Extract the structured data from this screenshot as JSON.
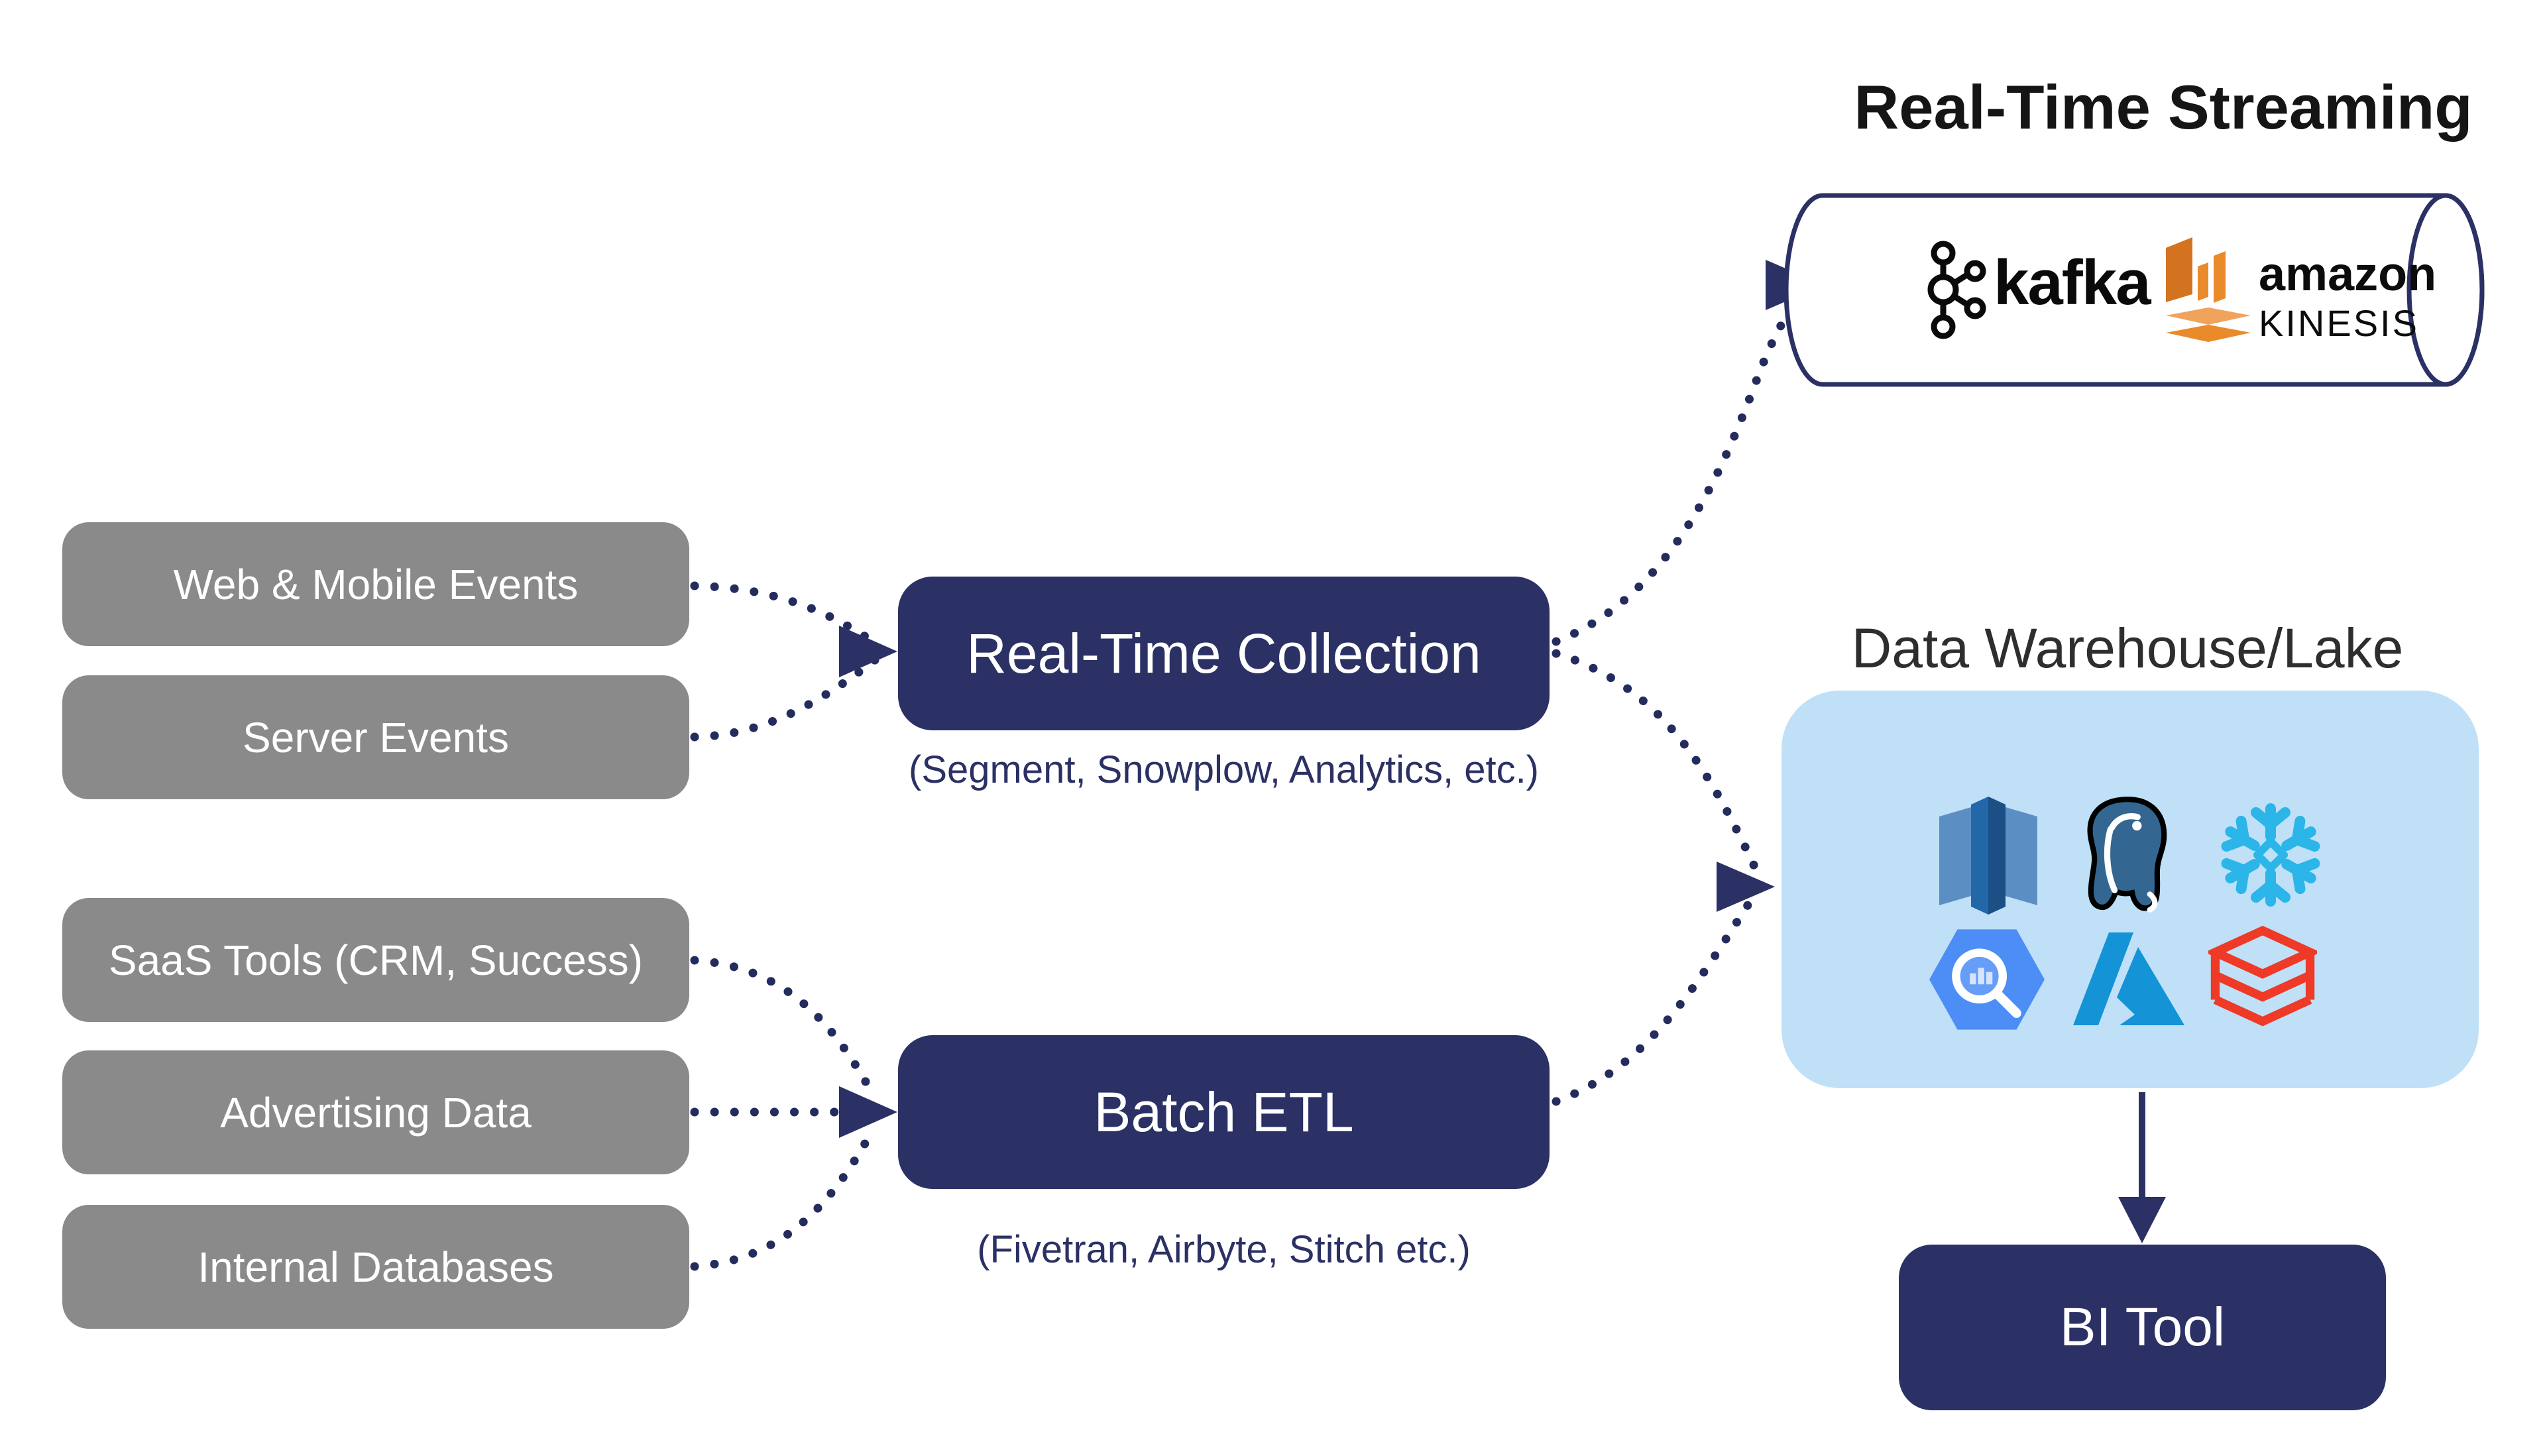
{
  "streaming": {
    "title": "Real-Time Streaming",
    "kafka_label": "kafka",
    "kinesis_brand": "amazon",
    "kinesis_name": "KINESIS"
  },
  "sources": [
    {
      "label": "Web & Mobile Events"
    },
    {
      "label": "Server Events"
    },
    {
      "label": "SaaS Tools (CRM, Success)"
    },
    {
      "label": "Advertising Data"
    },
    {
      "label": "Internal Databases"
    }
  ],
  "processors": {
    "realtime": {
      "label": "Real-Time Collection",
      "subtitle": "(Segment, Snowplow, Analytics, etc.)"
    },
    "batch": {
      "label": "Batch ETL",
      "subtitle": "(Fivetran, Airbyte, Stitch etc.)"
    }
  },
  "warehouse": {
    "title": "Data Warehouse/Lake",
    "logos": [
      "amazon-redshift",
      "postgresql",
      "snowflake",
      "google-bigquery",
      "microsoft-azure",
      "databricks"
    ]
  },
  "bi": {
    "label": "BI Tool"
  },
  "colors": {
    "navy": "#2b3164",
    "dot": "#232c5c",
    "gray": "#8a8a8a",
    "lightblue": "#bfe0f7",
    "titleDark": "#151515",
    "kafka": "#0a0a0a",
    "kinesis": "#e98a2b",
    "kinesisDark": "#d4731f",
    "kinesisLight": "#f0a45b",
    "snow": "#2bb5e8",
    "postgres": "#336791",
    "bq": "#4c8df6",
    "azure": "#1494d6",
    "dbx": "#ee3a26",
    "redshiftMid": "#2268a8",
    "redshiftDark": "#1b4f86",
    "redshiftLight": "#5b8fc4"
  }
}
